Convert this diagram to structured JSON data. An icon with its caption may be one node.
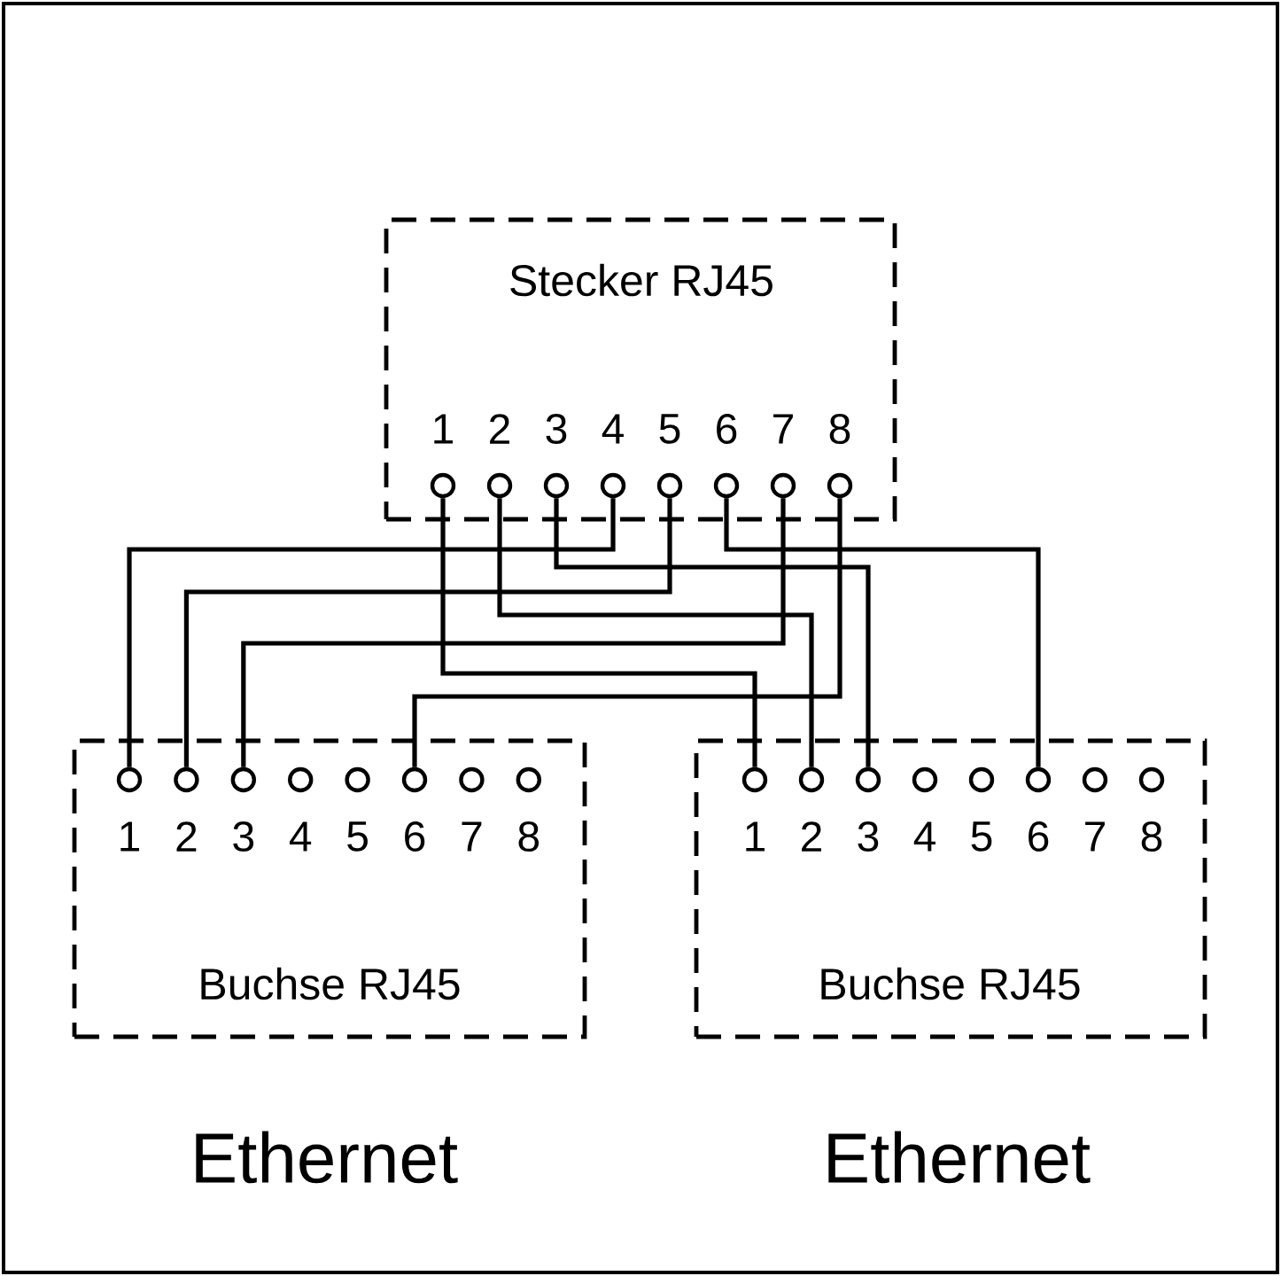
{
  "diagram": {
    "nodes": [
      {
        "text": [
          "Stecker RJ45"
        ]
      },
      {
        "text": [],
        "shape": "circle",
        "in": 0,
        "beside": [
          "1"
        ]
      },
      {
        "text": [],
        "shape": "circle",
        "in": 0,
        "beside": [
          "2"
        ]
      },
      {
        "text": [],
        "shape": "circle",
        "in": 0,
        "beside": [
          "3"
        ]
      },
      {
        "text": [],
        "shape": "circle",
        "in": 0,
        "beside": [
          "4"
        ]
      },
      {
        "text": [],
        "shape": "circle",
        "in": 0,
        "beside": [
          "5"
        ]
      },
      {
        "text": [],
        "shape": "circle",
        "in": 0,
        "beside": [
          "6"
        ]
      },
      {
        "text": [],
        "shape": "circle",
        "in": 0,
        "beside": [
          "7"
        ]
      },
      {
        "text": [],
        "shape": "circle",
        "in": 0,
        "beside": [
          "8"
        ]
      },
      {
        "text": [
          "Buchse RJ45"
        ],
        "beside": [
          "Ethernet"
        ]
      },
      {
        "text": [],
        "shape": "circle",
        "in": 9,
        "beside": [
          "1"
        ]
      },
      {
        "text": [],
        "shape": "circle",
        "in": 9,
        "beside": [
          "2"
        ]
      },
      {
        "text": [],
        "shape": "circle",
        "in": 9,
        "beside": [
          "3"
        ]
      },
      {
        "text": [],
        "shape": "circle",
        "in": 9,
        "beside": [
          "4"
        ]
      },
      {
        "text": [],
        "shape": "circle",
        "in": 9,
        "beside": [
          "5"
        ]
      },
      {
        "text": [],
        "shape": "circle",
        "in": 9,
        "beside": [
          "6"
        ]
      },
      {
        "text": [],
        "shape": "circle",
        "in": 9,
        "beside": [
          "7"
        ]
      },
      {
        "text": [],
        "shape": "circle",
        "in": 9,
        "beside": [
          "8"
        ]
      },
      {
        "text": [
          "Buchse RJ45"
        ],
        "beside": [
          "Ethernet"
        ]
      },
      {
        "text": [],
        "shape": "circle",
        "in": 18,
        "beside": [
          "1"
        ]
      },
      {
        "text": [],
        "shape": "circle",
        "in": 18,
        "beside": [
          "2"
        ]
      },
      {
        "text": [],
        "shape": "circle",
        "in": 18,
        "beside": [
          "3"
        ]
      },
      {
        "text": [],
        "shape": "circle",
        "in": 18,
        "beside": [
          "4"
        ]
      },
      {
        "text": [],
        "shape": "circle",
        "in": 18,
        "beside": [
          "5"
        ]
      },
      {
        "text": [],
        "shape": "circle",
        "in": 18,
        "beside": [
          "6"
        ]
      },
      {
        "text": [],
        "shape": "circle",
        "in": 18,
        "beside": [
          "7"
        ]
      },
      {
        "text": [],
        "shape": "circle",
        "in": 18,
        "beside": [
          "8"
        ]
      }
    ],
    "edges": [
      {
        "from": 4,
        "to": 10,
        "arrow": "none"
      },
      {
        "from": 5,
        "to": 11,
        "arrow": "none"
      },
      {
        "from": 7,
        "to": 12,
        "arrow": "none"
      },
      {
        "from": 8,
        "to": 15,
        "arrow": "none"
      },
      {
        "from": 1,
        "to": 19,
        "arrow": "none"
      },
      {
        "from": 2,
        "to": 20,
        "arrow": "none"
      },
      {
        "from": 3,
        "to": 21,
        "arrow": "none"
      },
      {
        "from": 6,
        "to": 24,
        "arrow": "none"
      }
    ]
  }
}
